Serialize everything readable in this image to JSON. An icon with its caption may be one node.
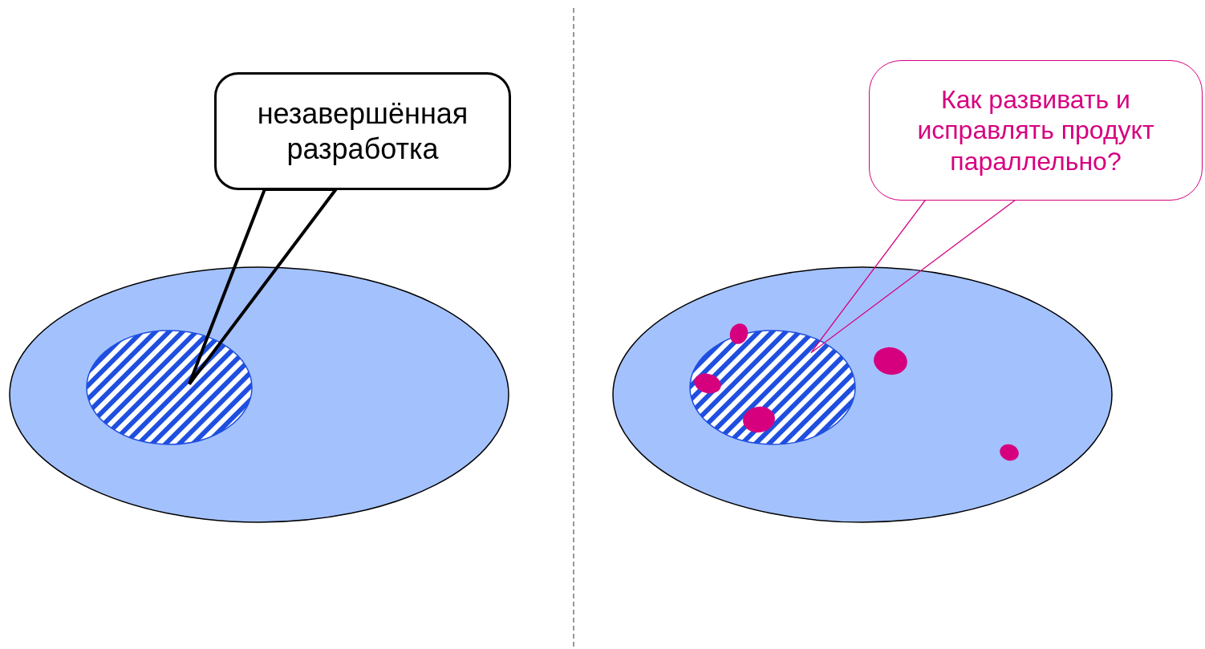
{
  "diagram": {
    "nodes": [
      {
        "text": [
          "незавершённая разработка"
        ]
      },
      {
        "text": [],
        "shape": "ellipse"
      },
      {
        "text": [],
        "shape": "ellipse",
        "in": 1
      },
      {
        "text": [
          "Как развивать и исправлять продукт параллельно?"
        ]
      },
      {
        "text": [],
        "shape": "ellipse"
      },
      {
        "text": [],
        "shape": "ellipse",
        "in": 4
      }
    ],
    "edges": [
      {
        "from": 0,
        "to": 2,
        "arrow": "none",
        "style": "thick"
      },
      {
        "from": 3,
        "to": 5,
        "arrow": "none",
        "color": "#d6007f"
      }
    ]
  }
}
